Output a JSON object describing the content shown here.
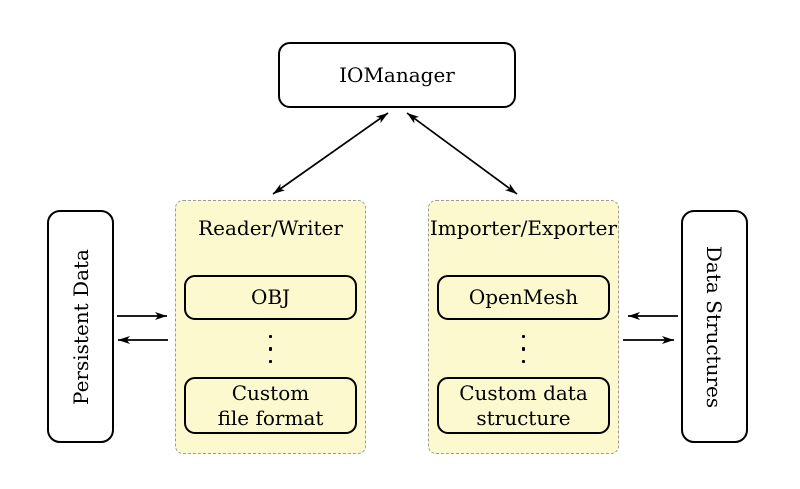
{
  "diagram": {
    "iomanager": {
      "label": "IOManager"
    },
    "reader_writer": {
      "title": "Reader/Writer",
      "item_top": "OBJ",
      "item_bottom_line1": "Custom",
      "item_bottom_line2": "file format"
    },
    "importer_exporter": {
      "title": "Importer/Exporter",
      "item_top": "OpenMesh",
      "item_bottom_line1": "Custom data",
      "item_bottom_line2": "structure"
    },
    "persistent_data": {
      "label": "Persistent Data"
    },
    "data_structures": {
      "label": "Data Structures"
    }
  },
  "icons": {
    "vertical_ellipsis": "⋮"
  },
  "edges": [
    {
      "from": "IOManager",
      "to": "Reader/Writer",
      "bidirectional": true
    },
    {
      "from": "IOManager",
      "to": "Importer/Exporter",
      "bidirectional": true
    },
    {
      "from": "Persistent Data",
      "to": "Reader/Writer",
      "bidirectional": false
    },
    {
      "from": "Reader/Writer",
      "to": "Persistent Data",
      "bidirectional": false
    },
    {
      "from": "Data Structures",
      "to": "Importer/Exporter",
      "bidirectional": false
    },
    {
      "from": "Importer/Exporter",
      "to": "Data Structures",
      "bidirectional": false
    }
  ],
  "colors": {
    "container_fill": "#fcf9ce",
    "dashed_gray": "#9b9b9b",
    "line_black": "#000000",
    "background": "#ffffff"
  }
}
